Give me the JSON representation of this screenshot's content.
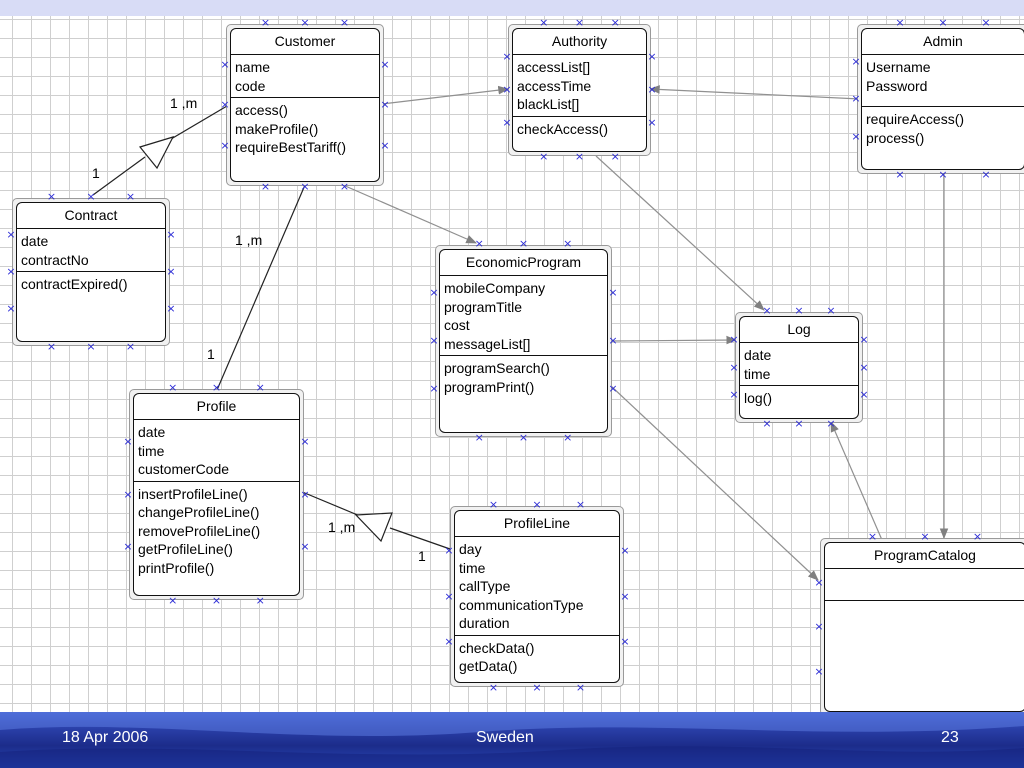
{
  "classes": {
    "customer": {
      "name": "Customer",
      "attributes": [
        "name",
        "code"
      ],
      "methods": [
        "access()",
        "makeProfile()",
        "requireBestTariff()"
      ]
    },
    "authority": {
      "name": "Authority",
      "attributes": [
        "accessList[]",
        "accessTime",
        "blackList[]"
      ],
      "methods": [
        "checkAccess()"
      ]
    },
    "admin": {
      "name": "Admin",
      "attributes": [
        "Username",
        "Password"
      ],
      "methods": [
        "requireAccess()",
        "process()"
      ]
    },
    "contract": {
      "name": "Contract",
      "attributes": [
        "date",
        "contractNo"
      ],
      "methods": [
        "contractExpired()"
      ]
    },
    "economic_program": {
      "name": "EconomicProgram",
      "attributes": [
        "mobileCompany",
        "programTitle",
        "cost",
        "messageList[]"
      ],
      "methods": [
        "programSearch()",
        "programPrint()"
      ]
    },
    "log": {
      "name": "Log",
      "attributes": [
        "date",
        "time"
      ],
      "methods": [
        "log()"
      ]
    },
    "profile": {
      "name": "Profile",
      "attributes": [
        "date",
        "time",
        "customerCode"
      ],
      "methods": [
        "insertProfileLine()",
        "changeProfileLine()",
        "removeProfileLine()",
        "getProfileLine()",
        "printProfile()"
      ]
    },
    "profile_line": {
      "name": "ProfileLine",
      "attributes": [
        "day",
        "time",
        "callType",
        "communicationType",
        "duration"
      ],
      "methods": [
        "checkData()",
        "getData()"
      ]
    },
    "program_catalog": {
      "name": "ProgramCatalog",
      "attributes": [],
      "methods": []
    }
  },
  "multiplicities": {
    "customer_contract_upper": "1 ,m",
    "customer_contract_lower": "1",
    "customer_profile_upper": "1 ,m",
    "customer_profile_lower": "1",
    "profile_profileline_left": "1 ,m",
    "profile_profileline_right": "1"
  },
  "handle_glyph": "×",
  "footer": {
    "date": "18 Apr 2006",
    "location": "Sweden",
    "page": "23"
  },
  "colors": {
    "handle": "#2b2bd6",
    "connector": "#808080",
    "footer": "#2a3fa8"
  }
}
